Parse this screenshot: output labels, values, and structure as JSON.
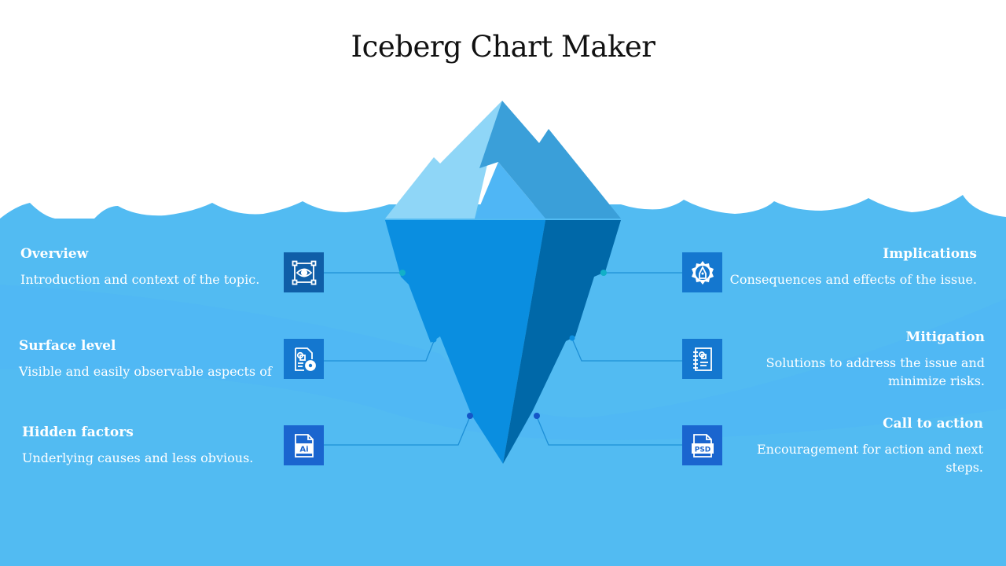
{
  "title": "Iceberg Chart Maker",
  "colors": {
    "sky": "#ffffff",
    "water": "#52bbf2",
    "water_dark": "#4fb0e8",
    "ice_light": "#8fd6f7",
    "ice_mid": "#4fb6f5",
    "ice_right": "#3a9fd9",
    "under_left": "#0a8ee0",
    "under_right": "#0068a8",
    "icon_dark": "#0f5ea8",
    "icon_mid": "#1477cf",
    "icon_blue": "#1a65cf"
  },
  "items": [
    {
      "id": "overview",
      "title": "Overview",
      "description": "Introduction and context of the topic.",
      "icon": "eye-frame-icon"
    },
    {
      "id": "surface",
      "title": "Surface level",
      "description": "Visible and easily observable aspects of",
      "icon": "document-settings-icon"
    },
    {
      "id": "hidden",
      "title": "Hidden factors",
      "description": "Underlying causes and less obvious.",
      "icon": "ai-file-icon"
    },
    {
      "id": "implications",
      "title": "Implications",
      "description": "Consequences and effects of the issue.",
      "icon": "gear-pen-icon"
    },
    {
      "id": "mitigation",
      "title": "Mitigation",
      "description": "Solutions to address the issue and minimize risks.",
      "icon": "notebook-icon"
    },
    {
      "id": "action",
      "title": "Call to action",
      "description": "Encouragement for action and next steps.",
      "icon": "psd-file-icon"
    }
  ],
  "icon_text": {
    "ai": "Ai",
    "psd": "PSD"
  }
}
